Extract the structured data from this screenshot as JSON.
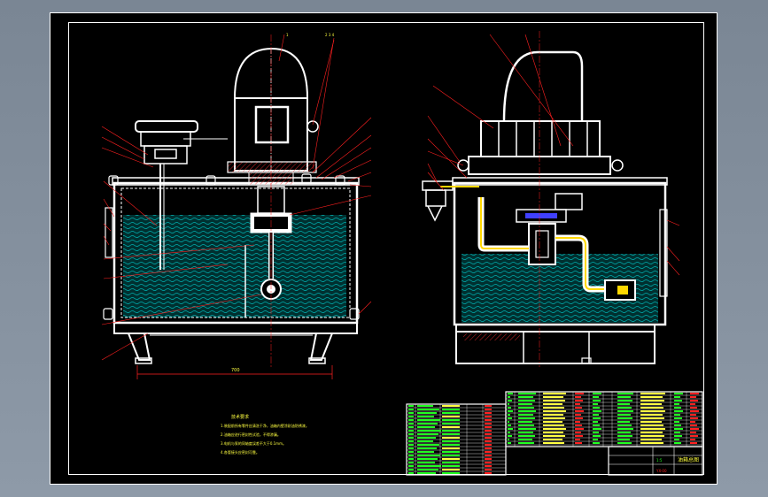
{
  "drawing": {
    "left_view": {
      "dimension_label": "700",
      "balloon_top": "1",
      "balloon_top_right": "2  3  4"
    },
    "notes": {
      "heading": "技术要求",
      "lines": [
        "1.装配前所有零件应清洗干净，油箱内壁涂耐油防锈漆。",
        "2.油箱应进行密封性试验，不得渗漏。",
        "3.电机与泵的同轴度误差不大于0.1mm。",
        "4.各管接头应密封可靠。"
      ]
    },
    "title_block": {
      "title": "油箱总图",
      "drawing_no": "YX-00",
      "scale": "1:5"
    }
  },
  "colors": {
    "sheet": "#000000",
    "outline": "#ffffff",
    "leaders": "#ff2020",
    "oil_hatch": "#00a0a0",
    "pipe": "#ffd800",
    "section_blue": "#4040ff",
    "table_green": "#20ff20",
    "table_yellow": "#ffff40"
  }
}
